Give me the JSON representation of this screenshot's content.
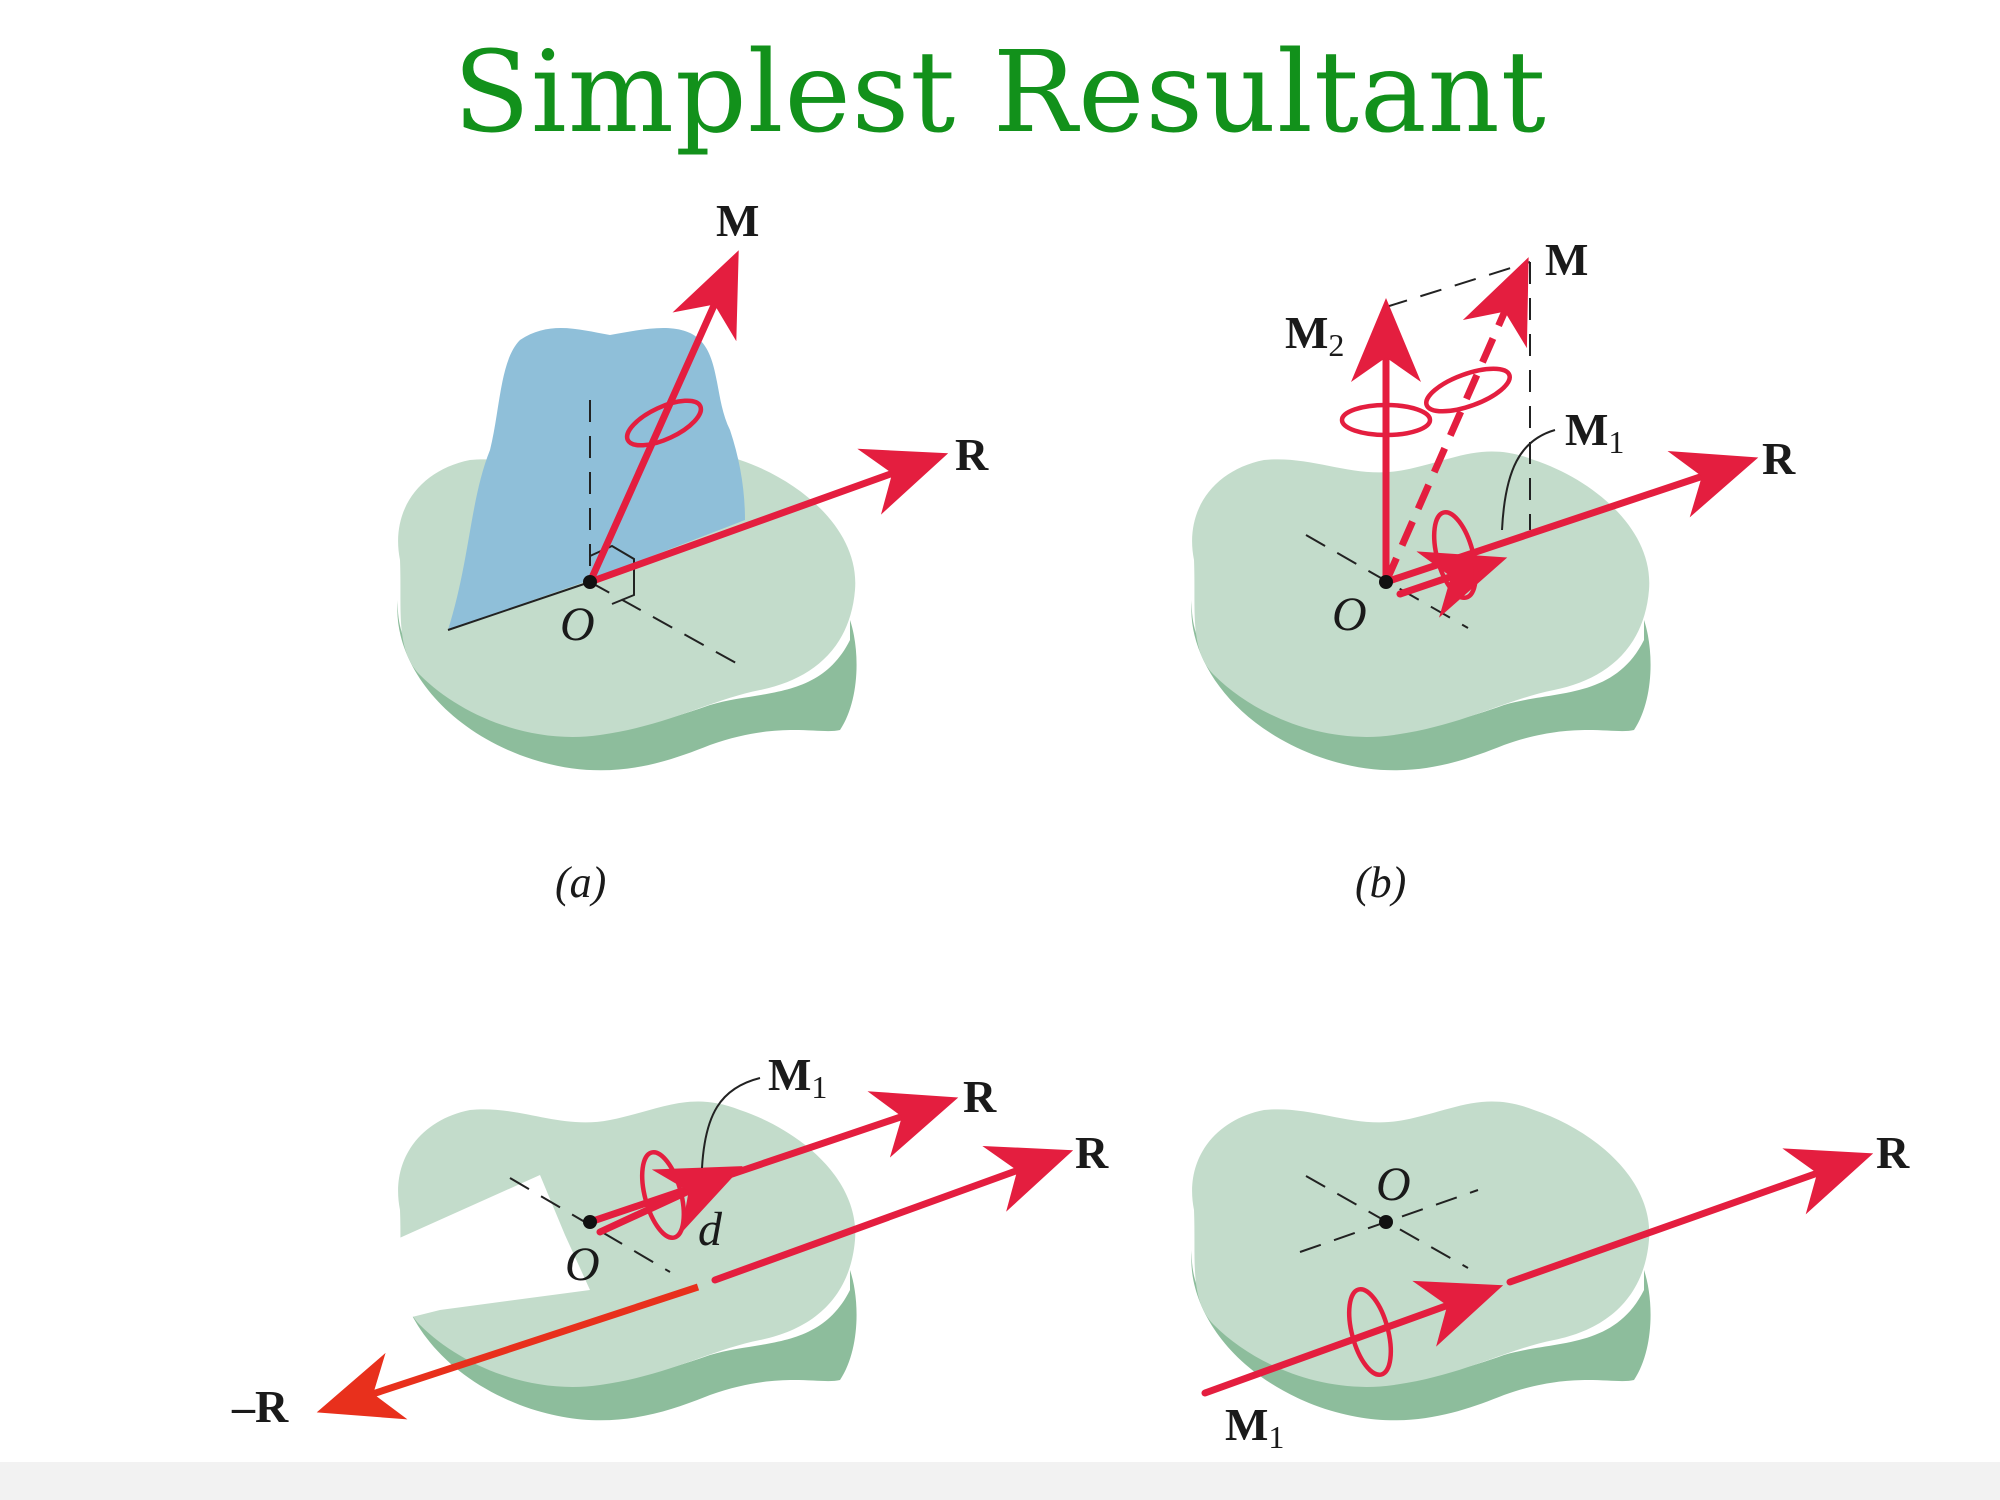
{
  "title": "Simplest Resultant",
  "colors": {
    "title": "#12911b",
    "vector": "#e41e3f",
    "negative_vector": "#e8301c",
    "plate_top": "#c3dccb",
    "plate_side": "#8dbd9c",
    "plane": "#8fbfd9"
  },
  "panels": {
    "a": {
      "caption": "(a)",
      "labels": {
        "M": "M",
        "R": "R",
        "O": "O"
      }
    },
    "b": {
      "caption": "(b)",
      "labels": {
        "M": "M",
        "M2": "M",
        "M2_sub": "2",
        "M1": "M",
        "M1_sub": "1",
        "R": "R",
        "O": "O"
      }
    },
    "c": {
      "labels": {
        "M1": "M",
        "M1_sub": "1",
        "R_top": "R",
        "R_shift": "R",
        "O": "O",
        "d": "d",
        "negR": "–R"
      }
    },
    "d": {
      "labels": {
        "O": "O",
        "R": "R",
        "M1": "M",
        "M1_sub": "1"
      }
    }
  }
}
